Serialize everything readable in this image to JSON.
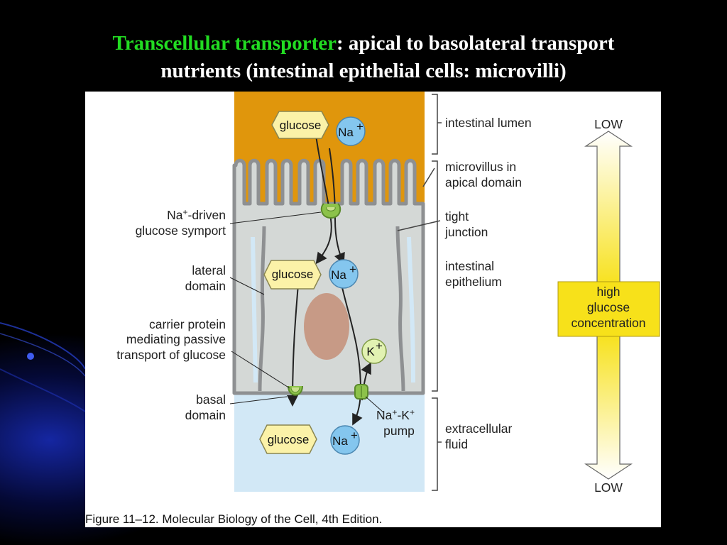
{
  "slide": {
    "title_highlight": "Transcellular transporter",
    "title_rest_line1": ": apical to basolateral transport",
    "title_line2": "nutrients (intestinal epithelial cells: microvilli)",
    "colors": {
      "background": "#000000",
      "title_text": "#ffffff",
      "title_highlight": "#22dd22",
      "glow": "#1a2dbe"
    }
  },
  "figure": {
    "molecules": {
      "glucose": "glucose",
      "sodium_base": "Na",
      "potassium_base": "K",
      "plus": "+"
    },
    "left_labels": {
      "symport_line1_base": "Na",
      "symport_line1_rest": "-driven",
      "symport_line2": "glucose symport",
      "lateral_line1": "lateral",
      "lateral_line2": "domain",
      "carrier_line1": "carrier protein",
      "carrier_line2": "mediating passive",
      "carrier_line3": "transport of glucose",
      "basal_line1": "basal",
      "basal_line2": "domain"
    },
    "right_labels": {
      "lumen": "intestinal lumen",
      "microvillus_line1": "microvillus in",
      "microvillus_line2": "apical domain",
      "tight_line1": "tight",
      "tight_line2": "junction",
      "epithelium_line1": "intestinal",
      "epithelium_line2": "epithelium",
      "extracellular_line1": "extracellular",
      "extracellular_line2": "fluid"
    },
    "pump_label": {
      "na": "Na",
      "dash_k": "-K",
      "line2": "pump"
    },
    "concentration": {
      "top": "LOW",
      "bottom": "LOW",
      "box_line1": "high",
      "box_line2": "glucose",
      "box_line3": "concentration"
    },
    "caption": "Figure 11–12. Molecular Biology of the Cell, 4th Edition.",
    "colors": {
      "lumen": "#e0960c",
      "cytoplasm": "#d4d8d6",
      "membrane": "#8e9092",
      "extracellular": "#d2e8f6",
      "nucleus": "#c79a86",
      "glucose_fill": "#fbf2a8",
      "ion_fill": "#84c6ee",
      "k_fill": "#e2f2b2",
      "transporter": "#8cc24a",
      "conc_yellow": "#f7e11a"
    }
  }
}
